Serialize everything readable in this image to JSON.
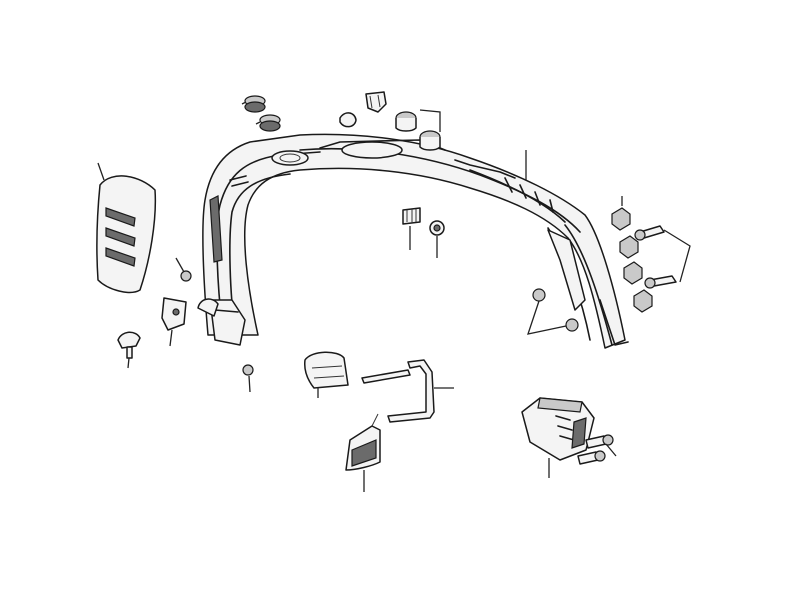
{
  "diagram": {
    "style": "exploded parts illustration, black line art on white",
    "colors": {
      "line": "#1a1a1a",
      "fill_light": "#f4f4f4",
      "fill_mid": "#c9c9c9",
      "fill_dark": "#6b6b6b"
    },
    "parts": [
      "roof-frame-arch",
      "side-grille-panel",
      "mounting-nuts-top-left",
      "clip-top-center",
      "bushings-top-right",
      "push-pin-center",
      "nut-center",
      "nuts-right-column",
      "bolts-right",
      "small-nuts-right-frame",
      "screw-left",
      "bracket-left",
      "nut-left",
      "nut-lower-center",
      "end-cap",
      "wire-bracket",
      "seal-pad",
      "connector-block",
      "screws-connector"
    ]
  }
}
